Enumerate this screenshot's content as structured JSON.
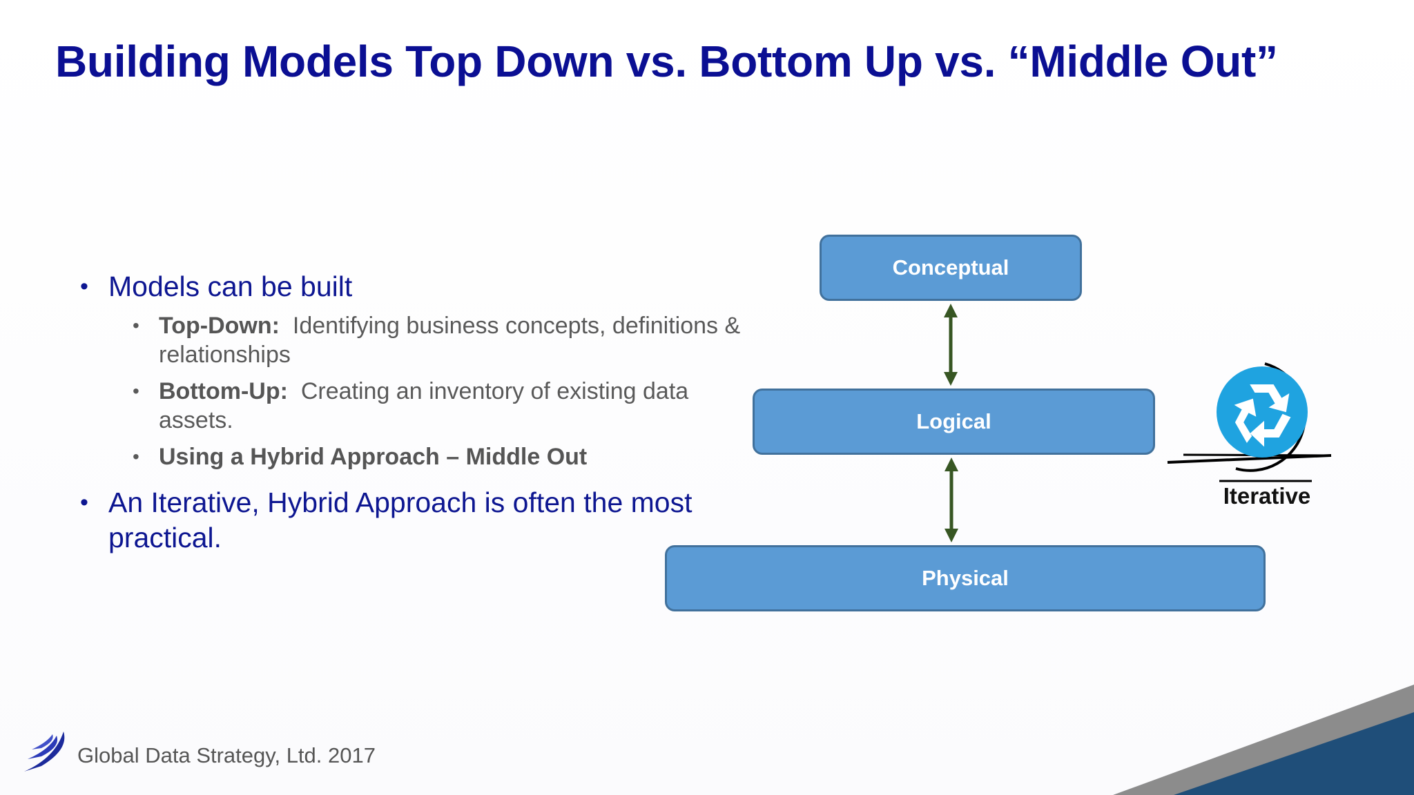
{
  "slide": {
    "title": "Building Models Top Down vs. Bottom Up vs. “Middle Out”",
    "bullets": {
      "intro": "Models can be built",
      "top_down_label": "Top-Down:",
      "top_down_text": "Identifying business concepts, definitions & relationships",
      "bottom_up_label": "Bottom-Up:",
      "bottom_up_text": "Creating an inventory of existing data assets.",
      "hybrid": "Using a Hybrid Approach – Middle Out",
      "conclusion": "An Iterative, Hybrid Approach is often the most practical."
    },
    "bullet_glyph": "•"
  },
  "diagram": {
    "conceptual": "Conceptual",
    "logical": "Logical",
    "physical": "Physical",
    "iterative_label": "Iterative",
    "icon": "recycle-icon",
    "box_color": "#5b9bd5",
    "arrow_color": "#375623"
  },
  "footer": {
    "company": "Global Data Strategy, Ltd. 2017",
    "logo_icon": "swoosh-logo-icon",
    "corner_colors": [
      "#8c8c8c",
      "#1f4e79"
    ]
  }
}
